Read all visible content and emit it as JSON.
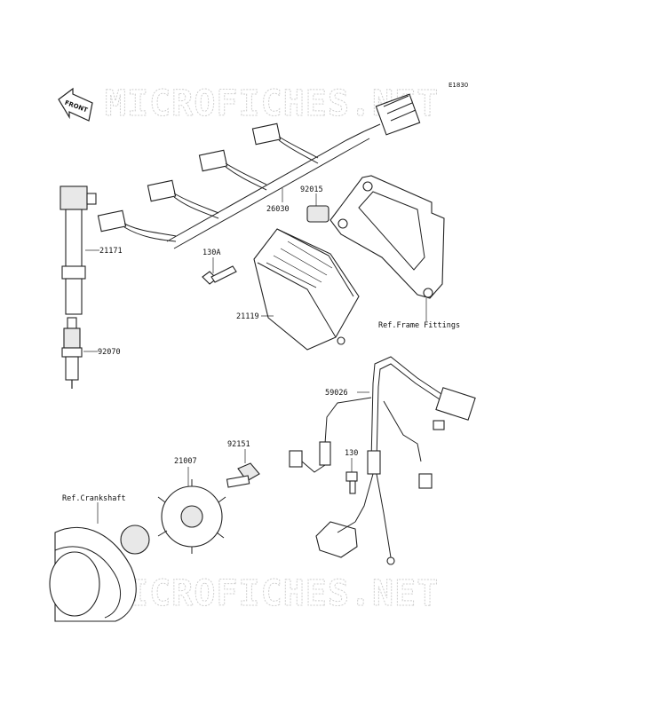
{
  "diagram_id": "E1830",
  "front_label": "FRONT",
  "watermark_text": "MICROFICHES.NET",
  "parts": [
    {
      "key": "p26030",
      "number": "26030"
    },
    {
      "key": "p92015",
      "number": "92015"
    },
    {
      "key": "p21171",
      "number": "21171"
    },
    {
      "key": "p130a",
      "number": "130A"
    },
    {
      "key": "p21119",
      "number": "21119"
    },
    {
      "key": "p92070",
      "number": "92070"
    },
    {
      "key": "p59026",
      "number": "59026"
    },
    {
      "key": "p92151",
      "number": "92151"
    },
    {
      "key": "p21007",
      "number": "21007"
    },
    {
      "key": "p130",
      "number": "130"
    }
  ],
  "references": [
    {
      "key": "ref_frame",
      "text": "Ref.Frame Fittings"
    },
    {
      "key": "ref_crank",
      "text": "Ref.Crankshaft"
    }
  ]
}
